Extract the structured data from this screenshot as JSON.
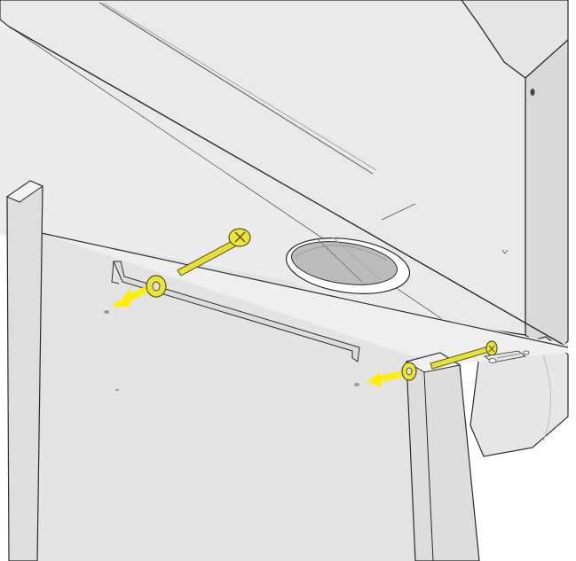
{
  "diagram": {
    "type": "assembly-instruction",
    "background": "#ffffff",
    "colors": {
      "panel_light": "#ececec",
      "panel_mid": "#e1e1e1",
      "panel_shade": "#d6d6d6",
      "outline": "#2a2a2a",
      "hardware_yellow": "#e8e03a",
      "arrow_yellow": "#ffee00",
      "slot_dark": "#8d8d8d"
    },
    "components": [
      {
        "name": "top-panel",
        "kind": "panel"
      },
      {
        "name": "right-panel",
        "kind": "panel"
      },
      {
        "name": "back-panel",
        "kind": "panel"
      },
      {
        "name": "left-side-panel",
        "kind": "panel"
      },
      {
        "name": "front-upright-panel",
        "kind": "panel"
      },
      {
        "name": "cable-grommet",
        "kind": "opening"
      },
      {
        "name": "mounting-bracket",
        "kind": "bracket"
      },
      {
        "name": "screw-left",
        "kind": "screw",
        "count": 1
      },
      {
        "name": "screw-right",
        "kind": "screw",
        "count": 1
      },
      {
        "name": "washer-left",
        "kind": "washer",
        "count": 1
      },
      {
        "name": "washer-right",
        "kind": "washer",
        "count": 1
      },
      {
        "name": "arrow-left",
        "kind": "direction-arrow"
      },
      {
        "name": "arrow-right",
        "kind": "direction-arrow"
      }
    ]
  }
}
